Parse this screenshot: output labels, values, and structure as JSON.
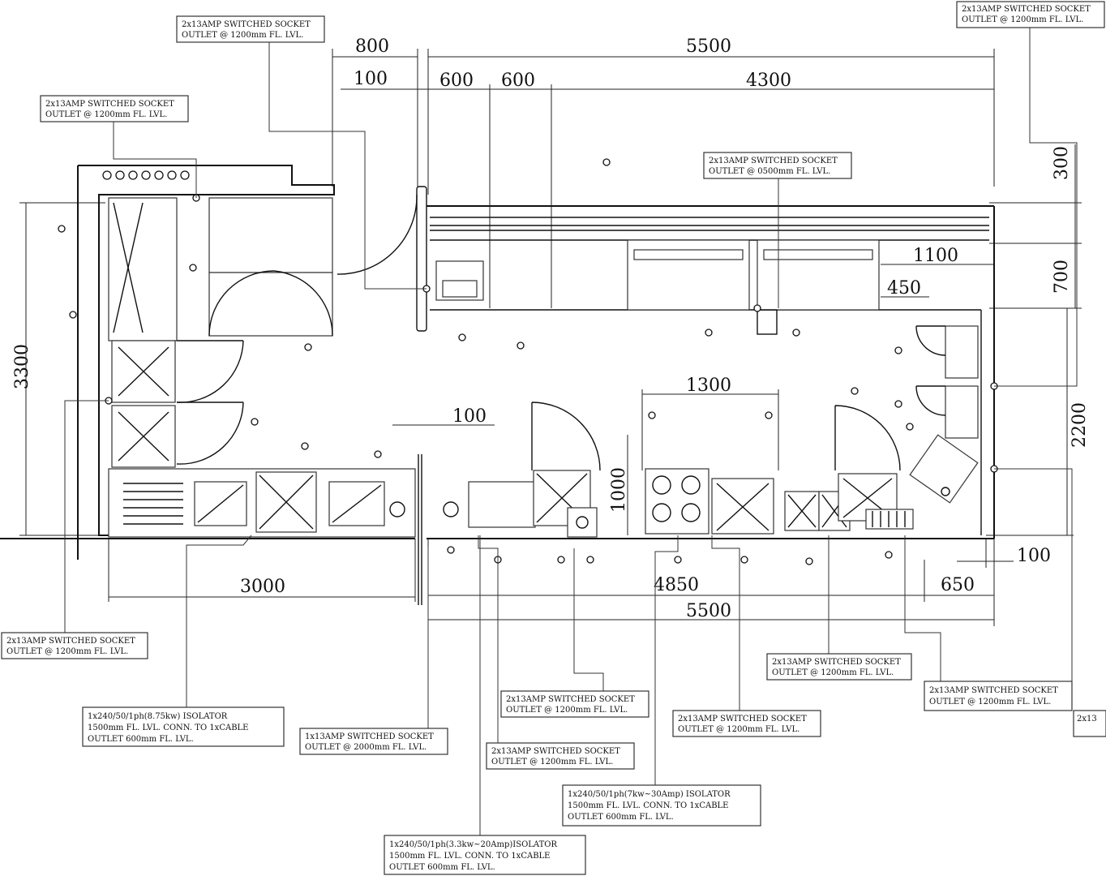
{
  "dimensions": {
    "top_800": "800",
    "top_5500": "5500",
    "top_100": "100",
    "top_600a": "600",
    "top_600b": "600",
    "top_4300": "4300",
    "right_300": "300",
    "right_1100": "1100",
    "right_700": "700",
    "right_450": "450",
    "left_3300": "3300",
    "mid_1300": "1300",
    "mid_100": "100",
    "mid_1000": "1000",
    "right_2200": "2200",
    "bottom_3000": "3000",
    "bottom_4850": "4850",
    "bottom_650": "650",
    "bottom_100": "100",
    "bottom_5500": "5500"
  },
  "notes": [
    {
      "lines": [
        "2x13AMP SWITCHED SOCKET",
        "OUTLET @ 1200mm FL. LVL."
      ]
    },
    {
      "lines": [
        "2x13AMP SWITCHED SOCKET",
        "OUTLET @ 1200mm FL. LVL."
      ]
    },
    {
      "lines": [
        "2x13AMP SWITCHED SOCKET",
        "OUTLET @ 1200mm FL. LVL."
      ]
    },
    {
      "lines": [
        "2x13AMP SWITCHED SOCKET",
        "OUTLET @ 0500mm FL. LVL."
      ]
    },
    {
      "lines": [
        "2x13AMP SWITCHED SOCKET",
        "OUTLET @ 1200mm FL. LVL."
      ]
    },
    {
      "lines": [
        "1x240/50/1ph(8.75kw) ISOLATOR",
        "1500mm FL. LVL. CONN. TO 1xCABLE",
        "OUTLET 600mm FL. LVL."
      ]
    },
    {
      "lines": [
        "1x13AMP SWITCHED SOCKET",
        "OUTLET @ 2000mm FL. LVL."
      ]
    },
    {
      "lines": [
        "2x13AMP SWITCHED SOCKET",
        "OUTLET @ 1200mm FL. LVL."
      ]
    },
    {
      "lines": [
        "2x13AMP SWITCHED SOCKET",
        "OUTLET @ 1200mm FL. LVL."
      ]
    },
    {
      "lines": [
        "2x13AMP SWITCHED SOCKET",
        "OUTLET @ 1200mm FL. LVL."
      ]
    },
    {
      "lines": [
        "2x13AMP SWITCHED SOCKET",
        "OUTLET @ 1200mm FL. LVL."
      ]
    },
    {
      "lines": [
        "2x13AMP SWITCHED SOCKET",
        "OUTLET @ 1200mm FL. LVL."
      ]
    },
    {
      "lines": [
        "1x240/50/1ph(7kw~30Amp) ISOLATOR",
        "1500mm FL. LVL. CONN. TO 1xCABLE",
        "OUTLET 600mm FL. LVL."
      ]
    },
    {
      "lines": [
        "1x240/50/1ph(3.3kw~20Amp)ISOLATOR",
        "1500mm FL. LVL. CONN. TO 1xCABLE",
        "OUTLET 600mm FL. LVL."
      ]
    },
    {
      "lines": [
        "2x13"
      ]
    }
  ]
}
